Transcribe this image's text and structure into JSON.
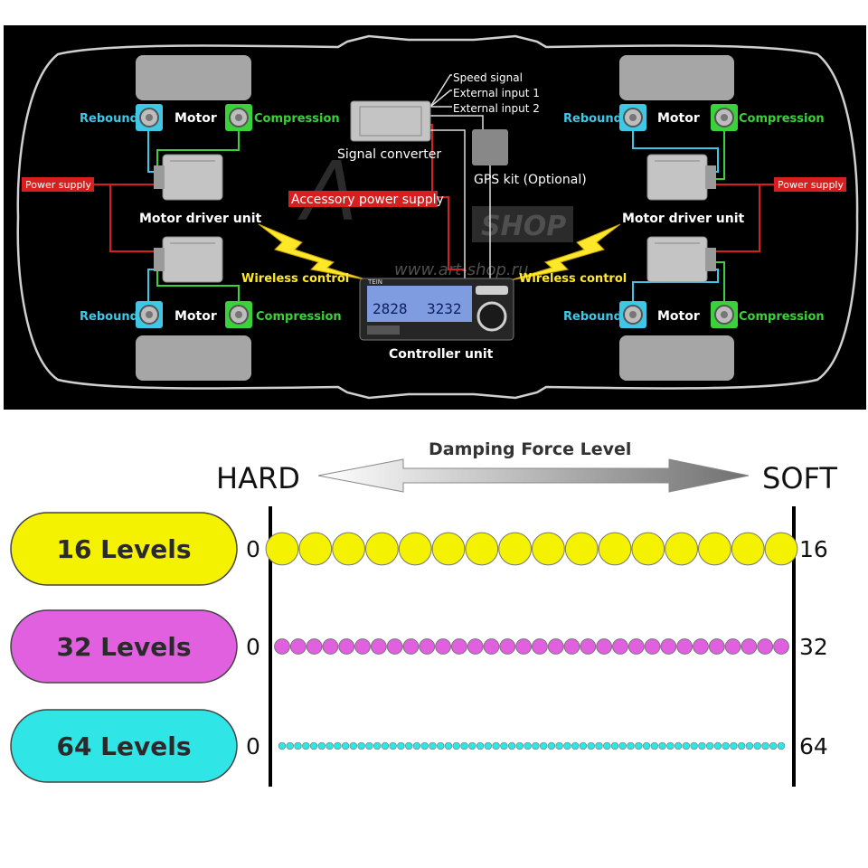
{
  "diagram": {
    "signal_inputs": [
      "Speed signal",
      "External input 1",
      "External input 2"
    ],
    "signal_converter": "Signal converter",
    "gps_kit": "GPS kit (Optional)",
    "accessory_power": "Accessory power supply",
    "power_supply": "Power supply",
    "motor_driver_unit": "Motor driver unit",
    "wireless_control": "Wireless control",
    "controller_unit": "Controller unit",
    "rebound": "Rebound",
    "motor": "Motor",
    "compression": "Compression",
    "watermark_shop": "SHOP",
    "watermark_url": "www.art-shop.ru",
    "controller_brand": "TEIN",
    "controller_display_left": "2828",
    "controller_display_right": "3232",
    "colors": {
      "rebound": "#3ec8e6",
      "compression": "#3ad13a",
      "wire_red": "#d62020",
      "wireless": "#ffe82a"
    }
  },
  "damping_scale": {
    "title": "Damping Force Level",
    "hard_label": "HARD",
    "soft_label": "SOFT",
    "rows": [
      {
        "label": "16 Levels",
        "min": "0",
        "max": "16",
        "count": 16,
        "color": "#f5f200"
      },
      {
        "label": "32 Levels",
        "min": "0",
        "max": "32",
        "count": 32,
        "color": "#e060e0"
      },
      {
        "label": "64 Levels",
        "min": "0",
        "max": "64",
        "count": 64,
        "color": "#2fe5e5"
      }
    ]
  }
}
